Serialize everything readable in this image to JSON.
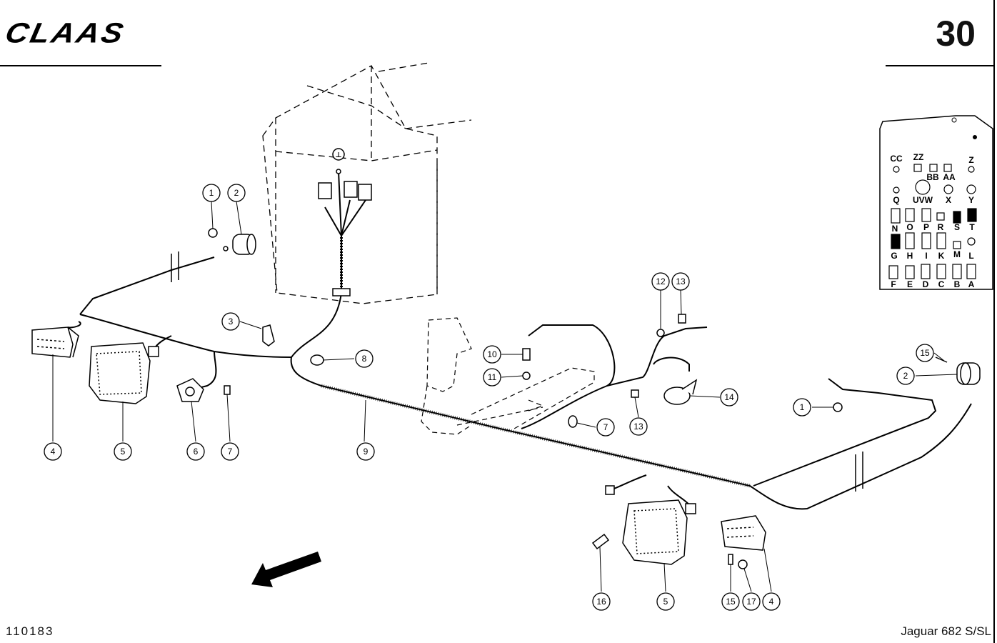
{
  "header": {
    "brand": "CLAAS",
    "page_number": "30"
  },
  "footer": {
    "drawing_number": "110183",
    "model": "Jaguar 682 S/SL"
  },
  "callouts": [
    {
      "id": "c1a",
      "label": "1"
    },
    {
      "id": "c2a",
      "label": "2"
    },
    {
      "id": "c3",
      "label": "3"
    },
    {
      "id": "c4a",
      "label": "4"
    },
    {
      "id": "c5a",
      "label": "5"
    },
    {
      "id": "c6",
      "label": "6"
    },
    {
      "id": "c7a",
      "label": "7"
    },
    {
      "id": "c8",
      "label": "8"
    },
    {
      "id": "c9",
      "label": "9"
    },
    {
      "id": "c10",
      "label": "10"
    },
    {
      "id": "c11",
      "label": "11"
    },
    {
      "id": "c12",
      "label": "12"
    },
    {
      "id": "c13a",
      "label": "13"
    },
    {
      "id": "c13b",
      "label": "13"
    },
    {
      "id": "c14",
      "label": "14"
    },
    {
      "id": "c7b",
      "label": "7"
    },
    {
      "id": "c15a",
      "label": "15"
    },
    {
      "id": "c2b",
      "label": "2"
    },
    {
      "id": "c1b",
      "label": "1"
    },
    {
      "id": "c16",
      "label": "16"
    },
    {
      "id": "c5b",
      "label": "5"
    },
    {
      "id": "c15b",
      "label": "15"
    },
    {
      "id": "c17",
      "label": "17"
    },
    {
      "id": "c4b",
      "label": "4"
    }
  ],
  "fuse_panel": {
    "labels": [
      "CC",
      "ZZ",
      "BB",
      "AA",
      "Z",
      "Q",
      "UVW",
      "X",
      "Y",
      "N",
      "O",
      "P",
      "R",
      "S",
      "T",
      "G",
      "H",
      "I",
      "K",
      "M",
      "L",
      "F",
      "E",
      "D",
      "C",
      "B",
      "A"
    ]
  }
}
